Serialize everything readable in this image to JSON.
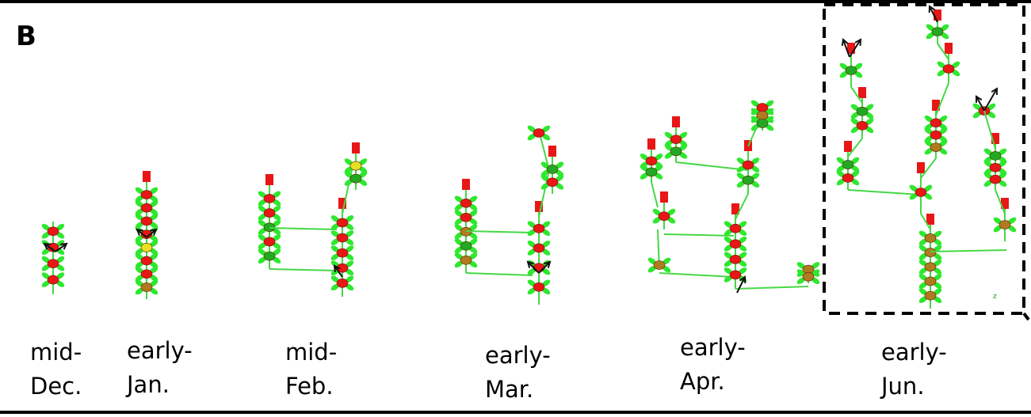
{
  "panel_label": "B",
  "stages": [
    {
      "line1": "mid-",
      "line2": "Dec."
    },
    {
      "line1": "early-",
      "line2": "Jan."
    },
    {
      "line1": "mid-",
      "line2": "Feb."
    },
    {
      "line1": "early-",
      "line2": "Mar."
    },
    {
      "line1": "early-",
      "line2": "Apr."
    },
    {
      "line1": "early-",
      "line2": "Jun."
    }
  ],
  "highlighted_stage": "early-Jun.",
  "axis_marker": "z",
  "colors": {
    "stem": "#45d845",
    "leaf": "#2ee82e",
    "flower_red": "#e81616",
    "fruit_green": "#22a822",
    "fruit_ripe": "#b07a20",
    "flower_yellow": "#e6e020",
    "arrow": "#111111",
    "highlight_border": "#000000"
  }
}
